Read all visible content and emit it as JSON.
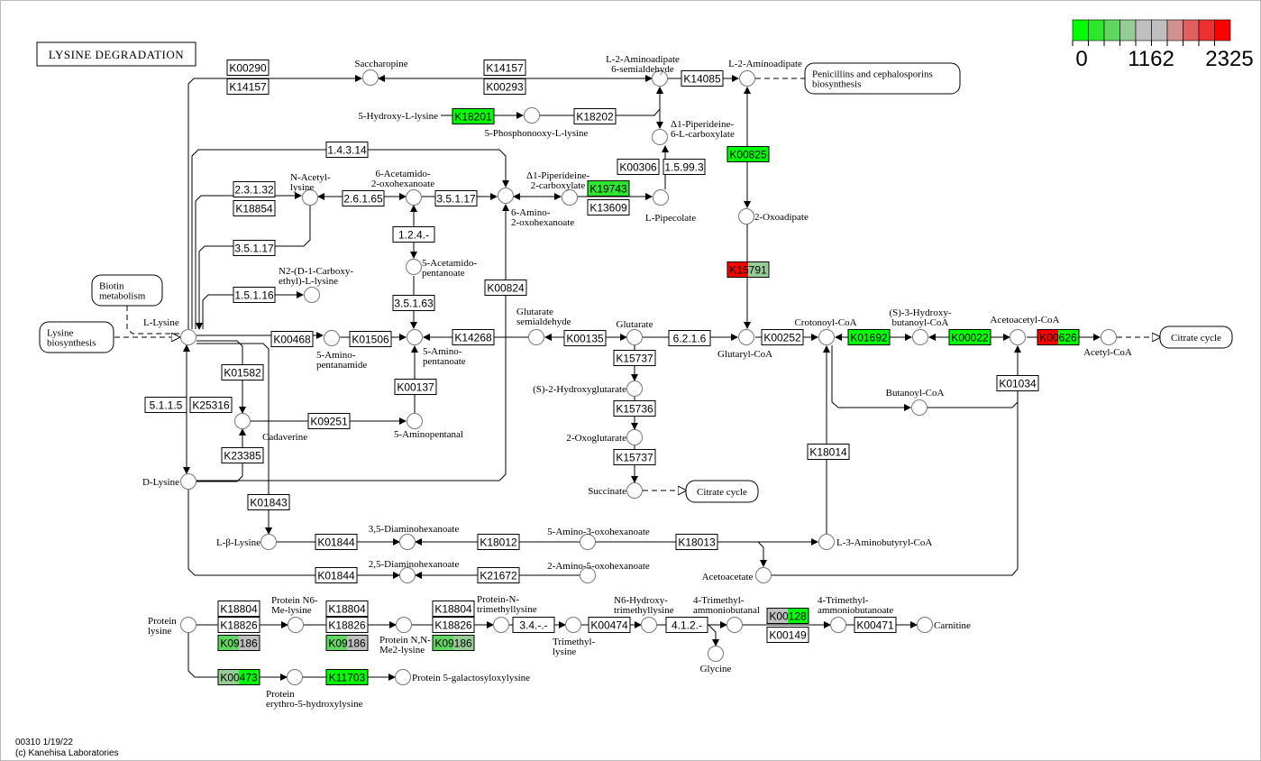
{
  "title": "LYSINE DEGRADATION",
  "footer": {
    "line1": "00310 1/19/22",
    "line2": "(c) Kanehisa Laboratories"
  },
  "legend": {
    "colors": [
      "#00ff00",
      "#2ee62e",
      "#5fd65f",
      "#96cc96",
      "#bfbfbf",
      "#bfbfbf",
      "#d39090",
      "#e06060",
      "#ee3030",
      "#ff0000"
    ],
    "min_label": "0",
    "mid_label": "1162",
    "max_label": "2325"
  },
  "maps": [
    {
      "label": "Penicillins and cephalosporins\nbiosynthesis"
    },
    {
      "label": "Citrate cycle"
    },
    {
      "label": "Citrate cycle"
    },
    {
      "label": "Lysine\nbiosynthesis"
    },
    {
      "label": "Biotin\nmetabolism"
    }
  ],
  "compounds": [
    {
      "label": "Saccharopine"
    },
    {
      "label": "L-2-Aminoadipate\n6-semialdehyde"
    },
    {
      "label": "L-2-Aminoadipate"
    },
    {
      "label": "5-Phosphonooxy-L-lysine"
    },
    {
      "label": "Δ1-Piperideine-\n6-L-carboxylate"
    },
    {
      "label": "L-Pipecolate"
    },
    {
      "label": "Δ1-Piperideine-\n2-carboxylate"
    },
    {
      "label": "6-Amino-\n2-oxohexanoate"
    },
    {
      "label": "6-Acetamido-\n2-oxohexanoate"
    },
    {
      "label": "N-Acetyl-\nlysine"
    },
    {
      "label": "2-Oxoadipate"
    },
    {
      "label": "5-Acetamido-\npentanoate"
    },
    {
      "label": "N2-(D-1-Carboxy-\nethyl)-L-lysine"
    },
    {
      "label": "L-Lysine"
    },
    {
      "label": "5-Amino-\npentanamide"
    },
    {
      "label": "5-Amino-\npentanoate"
    },
    {
      "label": "Glutarate\nsemialdehyde"
    },
    {
      "label": "Glutarate"
    },
    {
      "label": "Glutaryl-CoA"
    },
    {
      "label": "Crotonoyl-CoA"
    },
    {
      "label": "(S)-3-Hydroxy-\nbutanoyl-CoA"
    },
    {
      "label": "Acetoacetyl-CoA"
    },
    {
      "label": "Acetyl-CoA"
    },
    {
      "label": "(S)-2-Hydroxyglutarate"
    },
    {
      "label": "Butanoyl-CoA"
    },
    {
      "label": "Cadaverine"
    },
    {
      "label": "5-Aminopentanal"
    },
    {
      "label": "2-Oxoglutarate"
    },
    {
      "label": "Succinate"
    },
    {
      "label": "D-Lysine"
    },
    {
      "label": "L-β-Lysine"
    },
    {
      "label": "3,5-Diaminohexanoate"
    },
    {
      "label": "5-Amino-3-oxohexanoate"
    },
    {
      "label": "L-3-Aminobutyryl-CoA"
    },
    {
      "label": "2,5-Diaminohexanoate"
    },
    {
      "label": "2-Amino-5-oxohexanoate"
    },
    {
      "label": "Acetoacetate"
    },
    {
      "label": "Protein\nlysine"
    },
    {
      "label": "Protein N6-\nMe-lysine"
    },
    {
      "label": "Protein N,N-\nMe2-lysine"
    },
    {
      "label": "Protein-N-\ntrimethyllysine"
    },
    {
      "label": "Trimethyl-\nlysine"
    },
    {
      "label": "N6-Hydroxy-\ntrimethyllysine"
    },
    {
      "label": "Glycine"
    },
    {
      "label": "4-Trimethyl-\nammoniobutanal"
    },
    {
      "label": "4-Trimethyl-\nammoniobutanoate"
    },
    {
      "label": "Carnitine"
    },
    {
      "label": "Protein\nerythro-5-hydroxylysine"
    },
    {
      "label": "Protein 5-galactosyloxylysine"
    },
    {
      "label": "5-Hydroxy-L-lysine"
    }
  ],
  "enzymes": [
    {
      "label": "K00290",
      "fill": [
        "#ffffff"
      ]
    },
    {
      "label": "K14157",
      "fill": [
        "#ffffff"
      ]
    },
    {
      "label": "K14157",
      "fill": [
        "#ffffff"
      ]
    },
    {
      "label": "K00293",
      "fill": [
        "#ffffff"
      ]
    },
    {
      "label": "K14085",
      "fill": [
        "#ffffff"
      ]
    },
    {
      "label": "K18201",
      "fill": [
        "#00ff00"
      ]
    },
    {
      "label": "K18202",
      "fill": [
        "#ffffff"
      ]
    },
    {
      "label": "K00306",
      "fill": [
        "#ffffff"
      ]
    },
    {
      "label": "1.5.99.3",
      "fill": [
        "#ffffff"
      ]
    },
    {
      "label": "K00825",
      "fill": [
        "#00ff00"
      ]
    },
    {
      "label": "K19743",
      "fill": [
        "#2ee62e"
      ]
    },
    {
      "label": "K13609",
      "fill": [
        "#ffffff"
      ]
    },
    {
      "label": "1.4.3.14",
      "fill": [
        "#ffffff"
      ]
    },
    {
      "label": "2.3.1.32",
      "fill": [
        "#ffffff"
      ]
    },
    {
      "label": "K18854",
      "fill": [
        "#ffffff"
      ]
    },
    {
      "label": "2.6.1.65",
      "fill": [
        "#ffffff"
      ]
    },
    {
      "label": "3.5.1.17",
      "fill": [
        "#ffffff"
      ]
    },
    {
      "label": "3.5.1.17",
      "fill": [
        "#ffffff"
      ]
    },
    {
      "label": "1.2.4.-",
      "fill": [
        "#ffffff"
      ]
    },
    {
      "label": "1.5.1.16",
      "fill": [
        "#ffffff"
      ]
    },
    {
      "label": "3.5.1.63",
      "fill": [
        "#ffffff"
      ]
    },
    {
      "label": "K00824",
      "fill": [
        "#ffffff"
      ]
    },
    {
      "label": "K15791",
      "fill": [
        "#ff0000",
        "#96cc96"
      ]
    },
    {
      "label": "K00468",
      "fill": [
        "#ffffff"
      ]
    },
    {
      "label": "K01506",
      "fill": [
        "#ffffff"
      ]
    },
    {
      "label": "K14268",
      "fill": [
        "#ffffff"
      ]
    },
    {
      "label": "K00135",
      "fill": [
        "#ffffff"
      ]
    },
    {
      "label": "6.2.1.6",
      "fill": [
        "#ffffff"
      ]
    },
    {
      "label": "K00252",
      "fill": [
        "#ffffff"
      ]
    },
    {
      "label": "K01692",
      "fill": [
        "#00ff00"
      ]
    },
    {
      "label": "K00022",
      "fill": [
        "#00ff00"
      ]
    },
    {
      "label": "K00626",
      "fill": [
        "#ff0000",
        "#00ff00"
      ]
    },
    {
      "label": "K15737",
      "fill": [
        "#ffffff"
      ]
    },
    {
      "label": "K00137",
      "fill": [
        "#ffffff"
      ]
    },
    {
      "label": "K01582",
      "fill": [
        "#ffffff"
      ]
    },
    {
      "label": "5.1.1.5",
      "fill": [
        "#ffffff"
      ]
    },
    {
      "label": "K25316",
      "fill": [
        "#ffffff"
      ]
    },
    {
      "label": "K09251",
      "fill": [
        "#ffffff"
      ]
    },
    {
      "label": "K15736",
      "fill": [
        "#ffffff"
      ]
    },
    {
      "label": "K01034",
      "fill": [
        "#ffffff"
      ]
    },
    {
      "label": "K18014",
      "fill": [
        "#ffffff"
      ]
    },
    {
      "label": "K23385",
      "fill": [
        "#ffffff"
      ]
    },
    {
      "label": "K15737",
      "fill": [
        "#ffffff"
      ]
    },
    {
      "label": "K01843",
      "fill": [
        "#ffffff"
      ]
    },
    {
      "label": "K01844",
      "fill": [
        "#ffffff"
      ]
    },
    {
      "label": "K18012",
      "fill": [
        "#ffffff"
      ]
    },
    {
      "label": "K18013",
      "fill": [
        "#ffffff"
      ]
    },
    {
      "label": "K01844",
      "fill": [
        "#ffffff"
      ]
    },
    {
      "label": "K21672",
      "fill": [
        "#ffffff"
      ]
    },
    {
      "label": "K18804",
      "fill": [
        "#ffffff"
      ]
    },
    {
      "label": "K18826",
      "fill": [
        "#ffffff"
      ]
    },
    {
      "label": "K09186",
      "fill": [
        "#5fd65f",
        "#bfbfbf"
      ]
    },
    {
      "label": "K18804",
      "fill": [
        "#ffffff"
      ]
    },
    {
      "label": "K18826",
      "fill": [
        "#ffffff"
      ]
    },
    {
      "label": "K09186",
      "fill": [
        "#5fd65f",
        "#bfbfbf"
      ]
    },
    {
      "label": "K18804",
      "fill": [
        "#ffffff"
      ]
    },
    {
      "label": "K18826",
      "fill": [
        "#ffffff"
      ]
    },
    {
      "label": "K09186",
      "fill": [
        "#5fd65f",
        "#96cc96"
      ]
    },
    {
      "label": "3.4.-.-",
      "fill": [
        "#ffffff"
      ]
    },
    {
      "label": "K00474",
      "fill": [
        "#ffffff"
      ]
    },
    {
      "label": "4.1.2.-",
      "fill": [
        "#ffffff"
      ]
    },
    {
      "label": "K00128",
      "fill": [
        "#bfbfbf",
        "#00ff00"
      ]
    },
    {
      "label": "K00149",
      "fill": [
        "#ffffff"
      ]
    },
    {
      "label": "K00471",
      "fill": [
        "#ffffff"
      ]
    },
    {
      "label": "K00473",
      "fill": [
        "#96cc96",
        "#00ff00"
      ]
    },
    {
      "label": "K11703",
      "fill": [
        "#00ff00"
      ]
    }
  ]
}
